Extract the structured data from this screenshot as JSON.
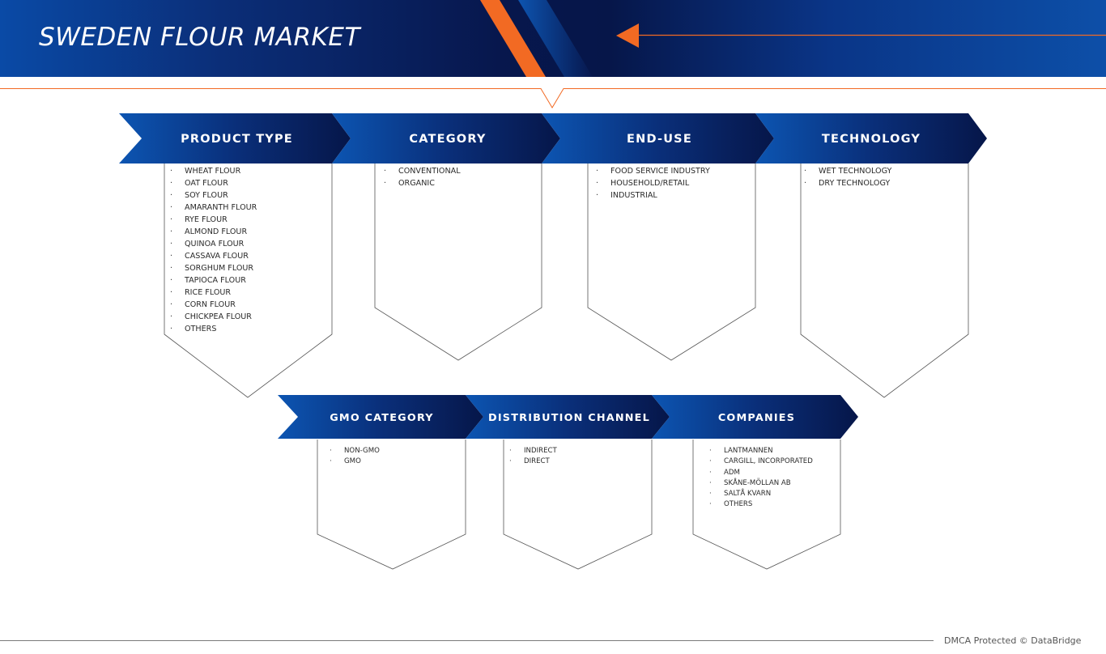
{
  "title": "SWEDEN FLOUR MARKET",
  "colors": {
    "accent": "#f26a23",
    "navy": "#061649",
    "blue": "#0a4aa6",
    "box_stroke": "#555555"
  },
  "row1": [
    {
      "title": "PRODUCT TYPE",
      "items": [
        "WHEAT FLOUR",
        "OAT FLOUR",
        "SOY FLOUR",
        "AMARANTH FLOUR",
        "RYE FLOUR",
        "ALMOND FLOUR",
        "QUINOA FLOUR",
        "CASSAVA FLOUR",
        "SORGHUM FLOUR",
        "TAPIOCA FLOUR",
        "RICE FLOUR",
        "CORN FLOUR",
        "CHICKPEA FLOUR",
        "OTHERS"
      ]
    },
    {
      "title": "CATEGORY",
      "items": [
        "CONVENTIONAL",
        "ORGANIC"
      ]
    },
    {
      "title": "END-USE",
      "items": [
        "FOOD SERVICE INDUSTRY",
        "HOUSEHOLD/RETAIL",
        "INDUSTRIAL"
      ]
    },
    {
      "title": "TECHNOLOGY",
      "items": [
        "WET TECHNOLOGY",
        "DRY TECHNOLOGY"
      ]
    }
  ],
  "row2": [
    {
      "title": "GMO CATEGORY",
      "items": [
        "NON-GMO",
        "GMO"
      ]
    },
    {
      "title": "DISTRIBUTION CHANNEL",
      "items": [
        "INDIRECT",
        "DIRECT"
      ]
    },
    {
      "title": "COMPANIES",
      "items": [
        "LANTMANNEN",
        "CARGILL, INCORPORATED",
        "ADM",
        "SKÅNE-MÖLLAN AB",
        "SALTÅ KVARN",
        "OTHERS"
      ]
    }
  ],
  "footer": "DMCA Protected © DataBridge"
}
